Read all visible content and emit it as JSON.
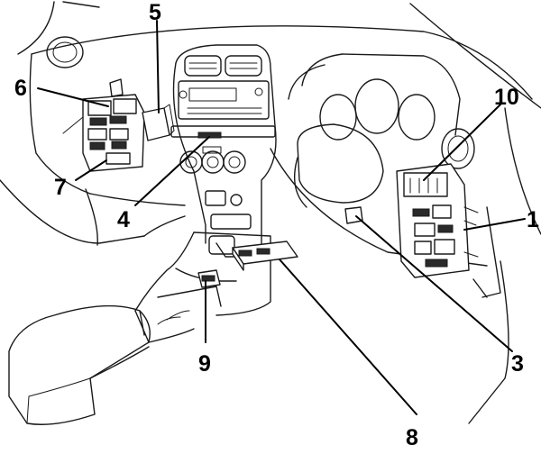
{
  "callouts": [
    {
      "id": "1",
      "label": "1"
    },
    {
      "id": "3",
      "label": "3"
    },
    {
      "id": "4",
      "label": "4"
    },
    {
      "id": "5",
      "label": "5"
    },
    {
      "id": "6",
      "label": "6"
    },
    {
      "id": "7",
      "label": "7"
    },
    {
      "id": "8",
      "label": "8"
    },
    {
      "id": "9",
      "label": "9"
    },
    {
      "id": "10",
      "label": "10"
    }
  ]
}
